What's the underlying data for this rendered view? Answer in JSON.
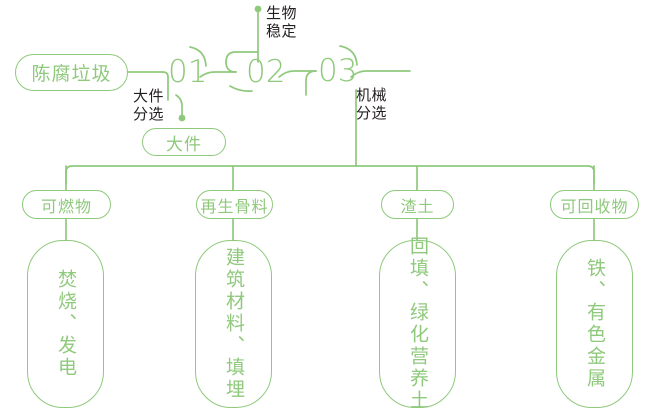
{
  "diagram": {
    "title_node": {
      "label": "陈腐垃圾"
    },
    "accent_color": "#8FC97C",
    "text_color": "#231f20",
    "stages": [
      {
        "number": "01",
        "note": "大件\n分选",
        "output": "大件"
      },
      {
        "number": "02",
        "note": "生物\n稳定",
        "output": ""
      },
      {
        "number": "03",
        "note": "机械\n分选",
        "output": ""
      }
    ],
    "branches": [
      {
        "category": "可燃物",
        "outcome": "焚烧、发电"
      },
      {
        "category": "再生骨料",
        "outcome": "建筑材料、填埋"
      },
      {
        "category": "渣土",
        "outcome": "回填、绿化营养土"
      },
      {
        "category": "可回收物",
        "outcome": "铁、有色金属"
      }
    ]
  }
}
